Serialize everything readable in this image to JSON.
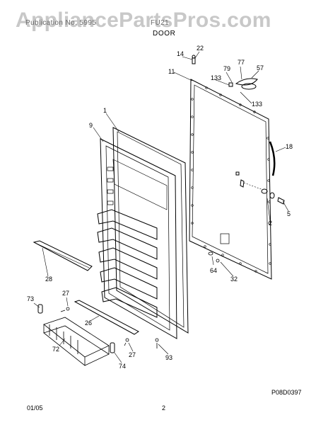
{
  "header": {
    "left_text": "Publication No. 5995",
    "right_text": "FU21",
    "section_title": "DOOR"
  },
  "watermark": "AppliancePartsPros.com",
  "footer": {
    "date": "01/05",
    "page": "2",
    "drawing_id": "P08D0397"
  },
  "callouts": [
    "22",
    "14",
    "77",
    "79",
    "57",
    "11",
    "133",
    "133",
    "1",
    "9",
    "18",
    "5",
    "2",
    "28",
    "64",
    "32",
    "27",
    "73",
    "26",
    "72",
    "27",
    "74",
    "93"
  ],
  "colors": {
    "line": "#000000",
    "watermark": "#8a8a8a"
  }
}
